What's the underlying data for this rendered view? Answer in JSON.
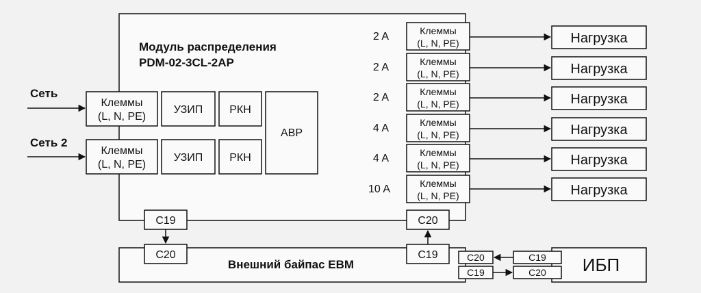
{
  "module": {
    "title_line1": "Модуль распределения",
    "title_line2": "PDM-02-3CL-2AP"
  },
  "inputs": [
    {
      "label": "Сеть",
      "terminal_line1": "Клеммы",
      "terminal_line2": "(L, N, PE)",
      "uzip": "УЗИП",
      "rkn": "РКН"
    },
    {
      "label": "Сеть 2",
      "terminal_line1": "Клеммы",
      "terminal_line2": "(L, N, PE)",
      "uzip": "УЗИП",
      "rkn": "РКН"
    }
  ],
  "avr": "АВР",
  "outputs": [
    {
      "current": "2 A",
      "terminal_line1": "Клеммы",
      "terminal_line2": "(L, N, PE)",
      "load": "Нагрузка"
    },
    {
      "current": "2 A",
      "terminal_line1": "Клеммы",
      "terminal_line2": "(L, N, PE)",
      "load": "Нагрузка"
    },
    {
      "current": "2 A",
      "terminal_line1": "Клеммы",
      "terminal_line2": "(L, N, PE)",
      "load": "Нагрузка"
    },
    {
      "current": "4 A",
      "terminal_line1": "Клеммы",
      "terminal_line2": "(L, N, PE)",
      "load": "Нагрузка"
    },
    {
      "current": "4 A",
      "terminal_line1": "Клеммы",
      "terminal_line2": "(L, N, PE)",
      "load": "Нагрузка"
    },
    {
      "current": "10 A",
      "terminal_line1": "Клеммы",
      "terminal_line2": "(L, N, PE)",
      "load": "Нагрузка"
    }
  ],
  "module_connectors": {
    "left": "C19",
    "right": "C20"
  },
  "bypass": {
    "label": "Внешний байпас ЕВМ",
    "left_connector": "C20",
    "right_connector": "C19",
    "port_top": "C20",
    "port_bottom": "C19"
  },
  "ups": {
    "label": "ИБП",
    "port_top": "C19",
    "port_bottom": "C20"
  }
}
